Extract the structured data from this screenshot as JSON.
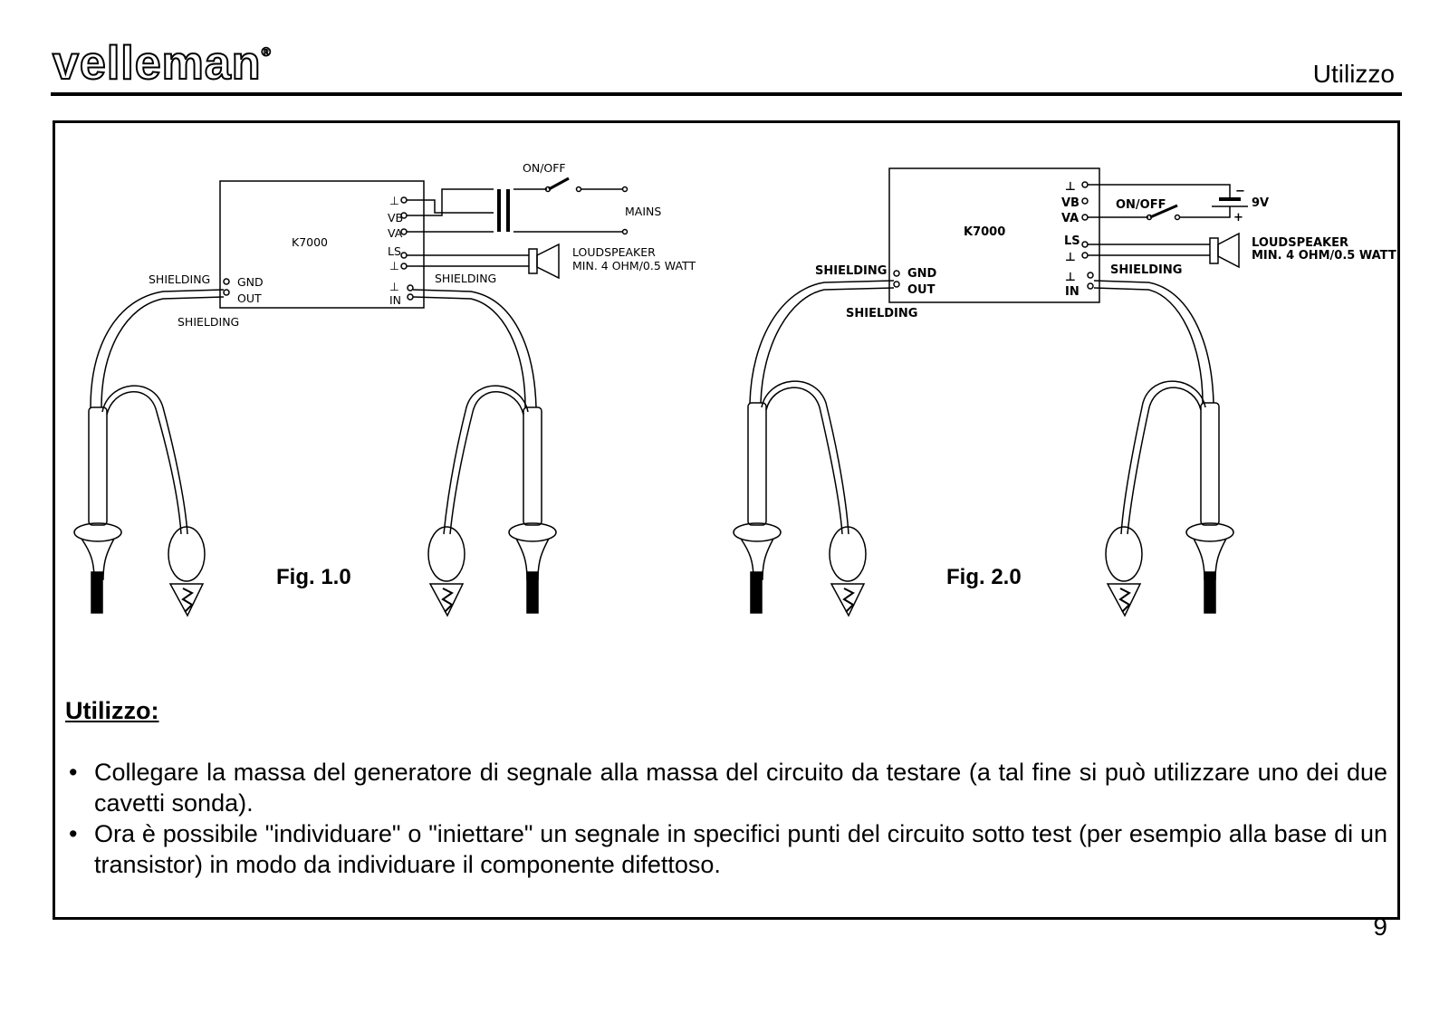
{
  "header": {
    "logo": "velleman",
    "logo_mark": "®",
    "section_title": "Utilizzo"
  },
  "figures": [
    {
      "caption": "Fig. 1.0",
      "module_label": "K7000",
      "pins_right": [
        "⊥",
        "VB",
        "VA",
        "LS",
        "⊥",
        "⊥",
        "IN"
      ],
      "pins_left": [
        "GND",
        "OUT"
      ],
      "switch_label": "ON/OFF",
      "supply_label": "MAINS",
      "speaker_label_line1": "LOUDSPEAKER",
      "speaker_label_line2": "MIN. 4 OHM/0.5 WATT",
      "shielding_labels": [
        "SHIELDING",
        "SHIELDING",
        "SHIELDING"
      ]
    },
    {
      "caption": "Fig. 2.0",
      "module_label": "K7000",
      "pins_right": [
        "⊥",
        "VB",
        "VA",
        "LS",
        "⊥",
        "⊥",
        "IN"
      ],
      "pins_left": [
        "GND",
        "OUT"
      ],
      "switch_label": "ON/OFF",
      "supply_label": "9V",
      "battery_minus": "−",
      "battery_plus": "+",
      "speaker_label_line1": "LOUDSPEAKER",
      "speaker_label_line2": "MIN. 4 OHM/0.5 WATT",
      "shielding_labels": [
        "SHIELDING",
        "SHIELDING",
        "SHIELDING"
      ]
    }
  ],
  "usage": {
    "title": "Utilizzo:",
    "bullet_glyph": "•",
    "items": [
      "Collegare la massa del generatore di segnale alla massa del circuito da testare (a tal fine si può utilizzare uno dei due cavetti sonda).",
      "Ora è possibile \"individuare\" o \"iniettare\" un segnale in specifici punti del circuito sotto test (per esempio alla base di un transistor) in modo da individuare il componente difettoso."
    ]
  },
  "footer": {
    "page_number": "9"
  }
}
